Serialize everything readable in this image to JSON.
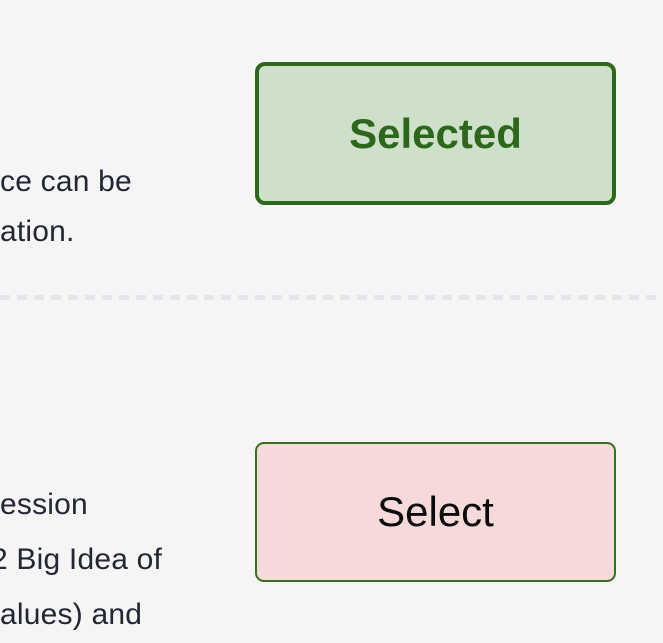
{
  "page": {
    "background": "#f5f5f6",
    "text_color": "#222733"
  },
  "divider": {
    "style": "dashed",
    "color": "#e2e6ea"
  },
  "options": [
    {
      "lines": [
        "ce can be",
        "ation."
      ],
      "button": {
        "label": "Selected",
        "state": "selected",
        "bg": "#cee0c9",
        "border": "#2d671c",
        "text_color": "#2d671c"
      }
    },
    {
      "lines": [
        "ession",
        "2 Big Idea of",
        "alues) and"
      ],
      "button": {
        "label": "Select",
        "state": "unselected",
        "bg": "#f6dada",
        "border": "#37701e",
        "text_color": "#0b0b0b"
      }
    }
  ]
}
